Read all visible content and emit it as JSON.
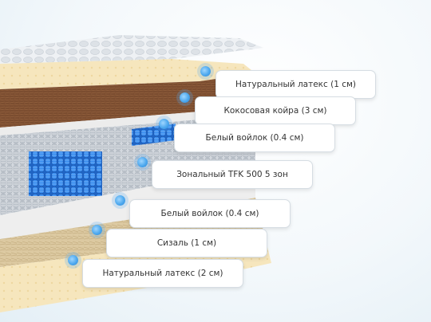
{
  "layers": [
    {
      "name": "Натуральный латекс (1 см)",
      "color": "#f4e1b3"
    },
    {
      "name": "Кокосовая койра (3 см)",
      "color": "#8a5a3a"
    },
    {
      "name": "Белый войлок (0.4 см)",
      "color": "#e8e8e8"
    },
    {
      "name": "Зональный TFK 500 5 зон",
      "color": "#2f7ee0"
    },
    {
      "name": "Белый войлок (0.4 см)",
      "color": "#e8e8e8"
    },
    {
      "name": "Сизаль (1 см)",
      "color": "#d8c49c"
    },
    {
      "name": "Натуральный латекс (2 см)",
      "color": "#f4e1b3"
    }
  ],
  "colors": {
    "marker": "#4da8ee",
    "spring_gray": "#c9cfd6",
    "spring_blue": "#2f7ee0",
    "quilted_cover": "#eceff2"
  }
}
